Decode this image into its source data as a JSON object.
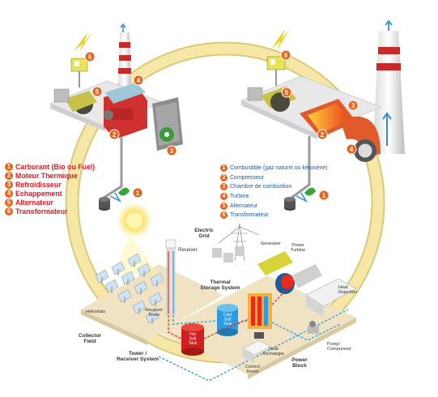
{
  "legend_left": [
    {
      "num": "1",
      "text": "Carburant (Bio ou Fuel)"
    },
    {
      "num": "2",
      "text": "Moteur Thermique"
    },
    {
      "num": "3",
      "text": "Refroidisseur"
    },
    {
      "num": "4",
      "text": "Echappement"
    },
    {
      "num": "5",
      "text": "Alternateur"
    },
    {
      "num": "6",
      "text": "Transformateur"
    }
  ],
  "legend_right": [
    {
      "num": "1",
      "text": "Combustible (gaz naturel ou kérosène)"
    },
    {
      "num": "2",
      "text": "Compresseur"
    },
    {
      "num": "3",
      "text": "Chambre de combustion"
    },
    {
      "num": "4",
      "text": "Turbine"
    },
    {
      "num": "5",
      "text": "Alternateur"
    },
    {
      "num": "6",
      "text": "Transformateur"
    }
  ],
  "markers_left": [
    "1",
    "2",
    "3",
    "4",
    "5",
    "6"
  ],
  "markers_right": [
    "1",
    "2",
    "3",
    "4",
    "5",
    "6"
  ],
  "solar_labels": {
    "receiver": "Receiver",
    "electric_grid": "Electric\nGrid",
    "generator": "Generator",
    "power_turbine": "Power\nTurbine",
    "heat_rejection": "Heat\nRejection",
    "thermal_storage": "Thermal\nStorage System",
    "heliostats": "Heliostats",
    "receiver_tower": "Receiver\nTower",
    "collector_field": "Collector\nField",
    "tower_receiver_system": "Tower /\nReceiver System",
    "hot_salt_tank": "Hot\nSalt\nTank",
    "cold_salt_tank": "Cold\nSalt\nTank",
    "heat_exchanger": "Heat\nExchanger",
    "control_room": "Control\nRoom",
    "power_block": "Power\nBlock",
    "pump_compressor": "Pump/\nCompressor"
  },
  "colors": {
    "legend_number_bg": "#e8641c",
    "legend_left_text": "#e31b23",
    "legend_right_text": "#1c5a9c",
    "ring": "#f6e7a6"
  }
}
